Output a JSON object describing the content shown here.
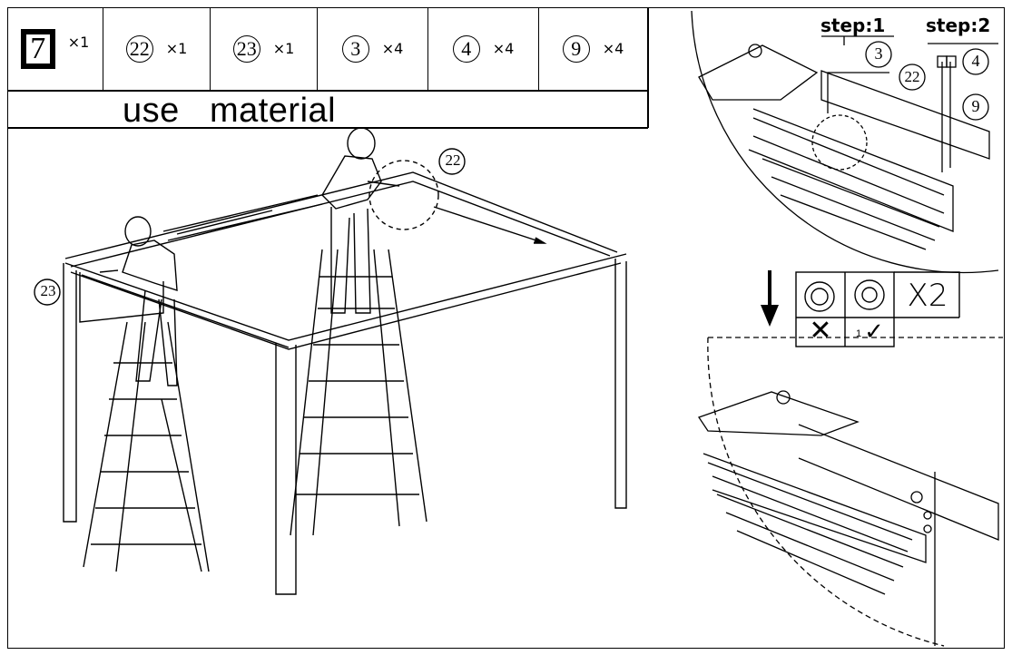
{
  "materials": [
    {
      "id": "7",
      "qty": "×1",
      "kind": "square"
    },
    {
      "id": "22",
      "qty": "×1",
      "kind": "circle"
    },
    {
      "id": "23",
      "qty": "×1",
      "kind": "circle"
    },
    {
      "id": "3",
      "qty": "×4",
      "kind": "circle"
    },
    {
      "id": "4",
      "qty": "×4",
      "kind": "circle"
    },
    {
      "id": "9",
      "qty": "×4",
      "kind": "circle"
    }
  ],
  "use_material_label": "use   material",
  "callouts": {
    "main_22": "22",
    "main_23": "23",
    "detail_3": "3",
    "detail_22": "22",
    "detail_4": "4",
    "detail_9": "9"
  },
  "steps": {
    "step1": "step:1",
    "step2": "step:2"
  },
  "nut_table": {
    "multiplier": "X2",
    "wrong_mark": "✕",
    "right_mark": "✓",
    "right_index": "1"
  }
}
